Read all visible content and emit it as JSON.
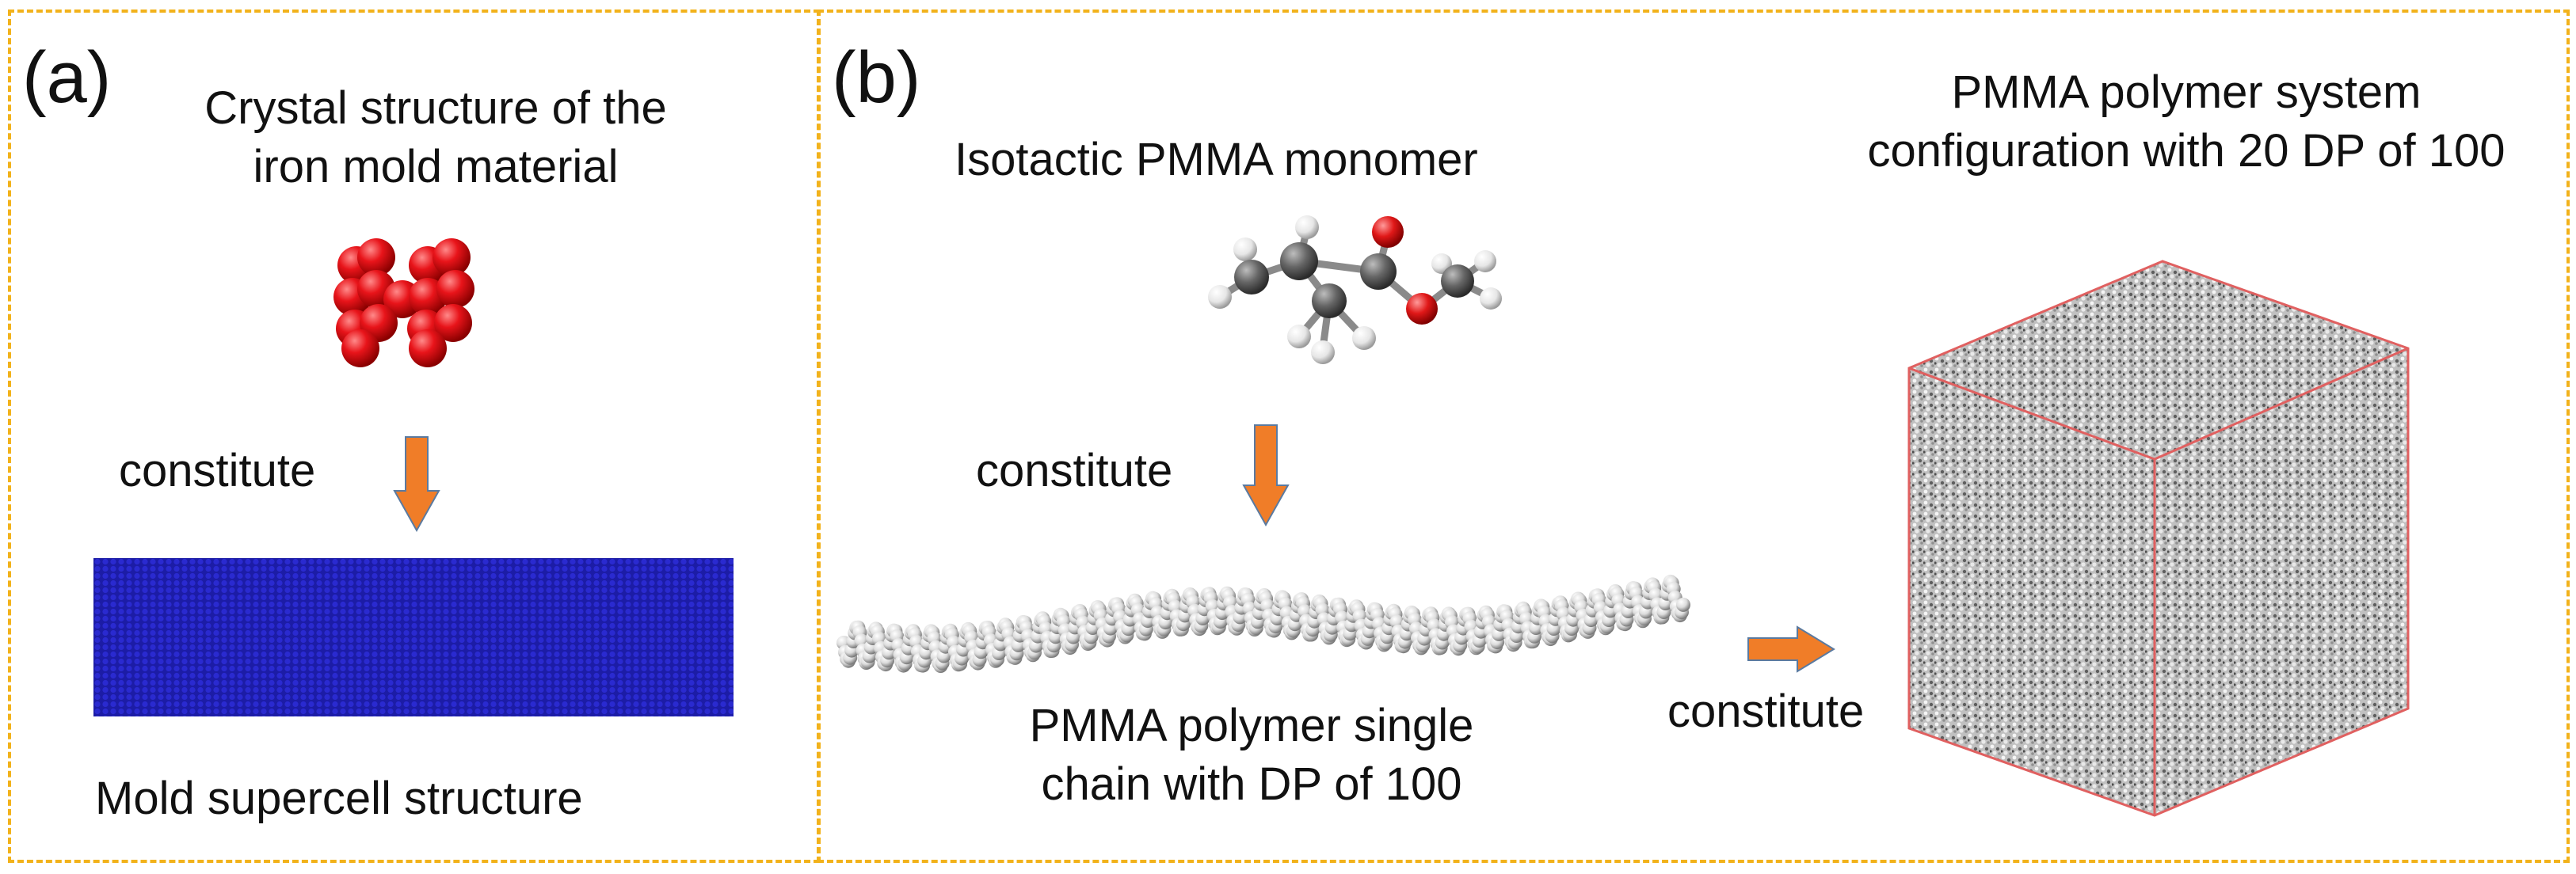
{
  "panel_a": {
    "label": "(a)",
    "title_line1": "Crystal structure of the",
    "title_line2": "iron mold material",
    "arrow_label": "constitute",
    "bottom_caption": "Mold supercell structure"
  },
  "panel_b": {
    "label": "(b)",
    "monomer_title": "Isotactic PMMA monomer",
    "arrow_label_down": "constitute",
    "chain_caption_line1": "PMMA polymer single",
    "chain_caption_line2": "chain with DP of 100",
    "arrow_label_right": "constitute",
    "system_title_line1": "PMMA polymer system",
    "system_title_line2": "configuration with 20 DP of 100"
  },
  "colors": {
    "dashed_border": "#f2b21b",
    "iron_atom": "#e8141a",
    "supercell": "#1a1aa8",
    "arrow_fill": "#f07d28",
    "arrow_stroke": "#5a7aa0",
    "box_edge": "#e06060"
  }
}
